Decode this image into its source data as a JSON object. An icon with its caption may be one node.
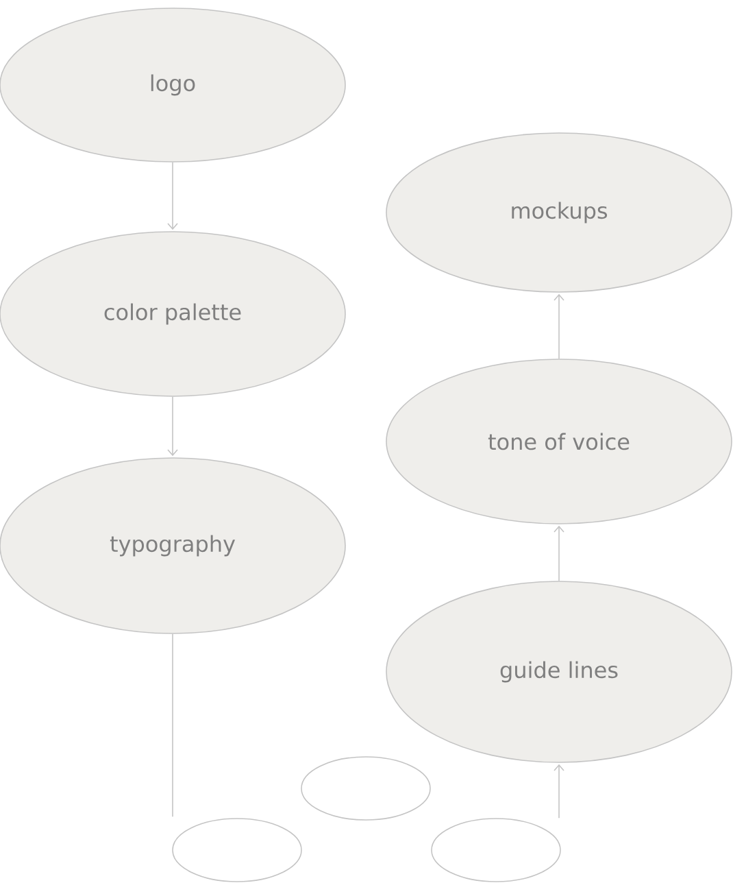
{
  "diagram": {
    "nodes": [
      {
        "text": [
          "logo"
        ]
      },
      {
        "text": [
          "color palette"
        ]
      },
      {
        "text": [
          "typography"
        ]
      },
      {
        "text": [
          "mockups"
        ]
      },
      {
        "text": [
          "tone of voice"
        ]
      },
      {
        "text": [
          "guide lines"
        ]
      },
      {
        "text": [],
        "shape": "circle"
      },
      {
        "text": [],
        "shape": "circle"
      },
      {
        "text": [],
        "shape": "circle"
      }
    ],
    "edges": [
      {
        "from": 0,
        "to": 1,
        "arrow": "to"
      },
      {
        "from": 1,
        "to": 2,
        "arrow": "to"
      },
      {
        "from": 2,
        "to": 6,
        "arrow": "none"
      },
      {
        "from": 8,
        "to": 5,
        "arrow": "to"
      },
      {
        "from": 5,
        "to": 4,
        "arrow": "to"
      },
      {
        "from": 4,
        "to": 3,
        "arrow": "to"
      }
    ]
  }
}
